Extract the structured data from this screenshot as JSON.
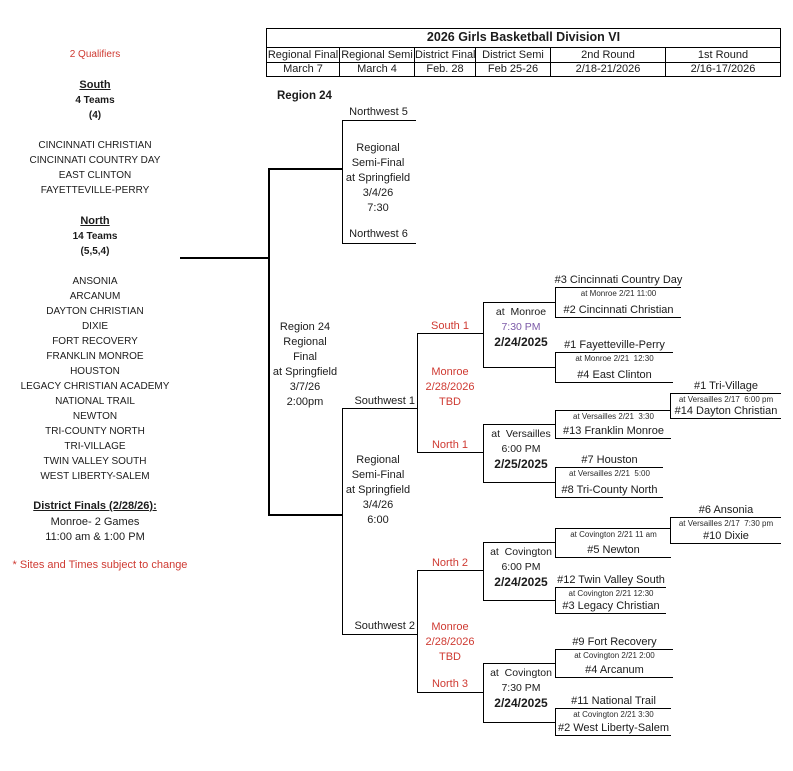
{
  "header": {
    "title": "2026 Girls Basketball Division VI",
    "columns": [
      {
        "round": "Regional Final",
        "date": "March 7"
      },
      {
        "round": "Regional Semi",
        "date": "March 4"
      },
      {
        "round": "District Final",
        "date": "Feb. 28"
      },
      {
        "round": "District Semi",
        "date": "Feb 25-26"
      },
      {
        "round": "2nd Round",
        "date": "2/18-21/2026"
      },
      {
        "round": "1st Round",
        "date": "2/16-17/2026"
      }
    ]
  },
  "sidebar": {
    "qualifiers_label": "2 Qualifiers",
    "south": {
      "name": "South",
      "count": "4 Teams",
      "split": "(4)",
      "teams": [
        "CINCINNATI CHRISTIAN",
        "CINCINNATI COUNTRY DAY",
        "EAST CLINTON",
        "FAYETTEVILLE-PERRY"
      ]
    },
    "north": {
      "name": "North",
      "count": "14 Teams",
      "split": "(5,5,4)",
      "teams": [
        "ANSONIA",
        "ARCANUM",
        "DAYTON CHRISTIAN",
        "DIXIE",
        "FORT RECOVERY",
        "FRANKLIN MONROE",
        "HOUSTON",
        "LEGACY CHRISTIAN ACADEMY",
        "NATIONAL TRAIL",
        "NEWTON",
        "TRI-COUNTY NORTH",
        "TRI-VILLAGE",
        "TWIN VALLEY SOUTH",
        "WEST LIBERTY-SALEM"
      ]
    },
    "district_finals": {
      "title": "District Finals (2/28/26):",
      "line1": "Monroe- 2 Games",
      "line2": "11:00 am & 1:00 PM"
    },
    "note": "* Sites and Times subject to change"
  },
  "bracket": {
    "region_label": "Region 24",
    "regional_semi_top": {
      "top_label": "Northwest 5",
      "bottom_label": "Northwest 6",
      "info": [
        "Regional",
        "Semi-Final",
        "at Springfield",
        "3/4/26",
        "7:30"
      ]
    },
    "regional_final": {
      "info": [
        "Region 24",
        "Regional",
        "Final",
        "at Springfield",
        "3/7/26",
        "2:00pm"
      ]
    },
    "regional_semi_bottom": {
      "top_label": "Southwest 1",
      "bottom_label": "Southwest 2",
      "info": [
        "Regional",
        "Semi-Final",
        "at Springfield",
        "3/4/26",
        "6:00"
      ]
    },
    "district_finals": [
      {
        "top_label": "South 1",
        "bottom_label": "North 1",
        "site": "Monroe",
        "date": "2/28/2026",
        "time": "TBD"
      },
      {
        "top_label": "North 2",
        "bottom_label": "North 3",
        "site": "Monroe",
        "date": "2/28/2026",
        "time": "TBD"
      }
    ],
    "district_semis": [
      {
        "site": "at  Monroe",
        "time": "7:30 PM",
        "date": "2/24/2025"
      },
      {
        "site": "at  Versailles",
        "time": "6:00 PM",
        "date": "2/25/2025"
      },
      {
        "site": "at  Covington",
        "time": "6:00 PM",
        "date": "2/24/2025"
      },
      {
        "site": "at  Covington",
        "time": "7:30 PM",
        "date": "2/24/2025"
      }
    ],
    "second_round": [
      {
        "top": "#3 Cincinnati Country Day",
        "info": "at Monroe 2/21 11:00",
        "bottom": "#2 Cincinnati Christian"
      },
      {
        "top": "#1 Fayetteville-Perry",
        "info": "at Monroe 2/21  12:30",
        "bottom": "#4 East Clinton"
      },
      {
        "top": "",
        "info": "at Versailles 2/21  3:30",
        "bottom": "#13 Franklin Monroe"
      },
      {
        "top": "#7 Houston",
        "info": "at Versailles 2/21  5:00",
        "bottom": "#8 Tri-County North"
      },
      {
        "top": "",
        "info": "at Covington 2/21 11 am",
        "bottom": "#5 Newton"
      },
      {
        "top": "#12 Twin Valley South",
        "info": "at Covington 2/21 12:30",
        "bottom": "#3 Legacy Christian"
      },
      {
        "top": "#9 Fort Recovery",
        "info": "at Covington 2/21 2:00",
        "bottom": "#4 Arcanum"
      },
      {
        "top": "#11 National Trail",
        "info": "at Covington 2/21 3:30",
        "bottom": "#2 West Liberty-Salem"
      }
    ],
    "first_round": [
      {
        "top": "#1 Tri-Village",
        "info": "at Versailles 2/17  6:00 pm",
        "bottom": "#14 Dayton Christian"
      },
      {
        "top": "#6 Ansonia",
        "info": "at Versailles 2/17  7:30 pm",
        "bottom": "#10 Dixie"
      }
    ]
  },
  "colors": {
    "red": "#cf3a32",
    "purple": "#7c5aa8"
  }
}
